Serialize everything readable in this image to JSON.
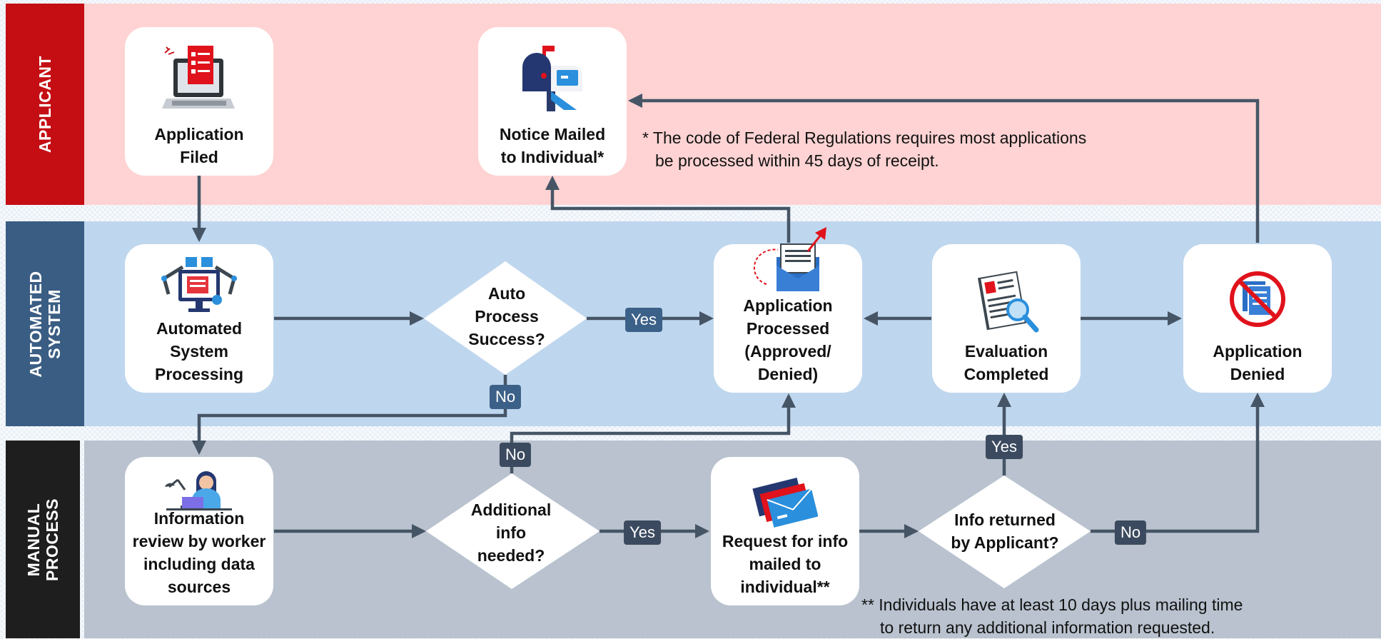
{
  "lanes": {
    "applicant": "APPLICANT",
    "automated": "AUTOMATED\nSYSTEM",
    "manual": "MANUAL\nPROCESS"
  },
  "nodes": {
    "application_filed": "Application\nFiled",
    "notice_mailed": "Notice Mailed\nto Individual*",
    "automated_processing": "Automated\nSystem\nProcessing",
    "application_processed": "Application\nProcessed\n(Approved/\nDenied)",
    "evaluation_completed": "Evaluation\nCompleted",
    "application_denied": "Application\nDenied",
    "information_review": "Information\nreview by worker\nincluding data\nsources",
    "request_for_info": "Request for info\nmailed to\nindividual**"
  },
  "decisions": {
    "auto_process_success": "Auto\nProcess\nSuccess?",
    "additional_info_needed": "Additional\ninfo\nneeded?",
    "info_returned": "Info returned\nby Applicant?"
  },
  "badges": {
    "auto_yes": "Yes",
    "auto_no": "No",
    "additional_no": "No",
    "additional_yes": "Yes",
    "returned_yes": "Yes",
    "returned_no": "No"
  },
  "notes": {
    "federal_line1": "* The code of Federal Regulations requires most applications",
    "federal_line2": "be processed within 45 days of receipt.",
    "individuals_line1": "** Individuals have at least 10 days plus mailing time",
    "individuals_line2": "to return any additional information requested."
  },
  "icons": {
    "application_filed": "laptop-checklist-icon",
    "notice_mailed": "mailbox-icon",
    "automated_processing": "robotic-arms-computer-icon",
    "application_processed": "sent-envelope-icon",
    "evaluation_completed": "resume-magnifier-icon",
    "application_denied": "no-documents-icon",
    "information_review": "worker-at-laptop-icon",
    "request_for_info": "stacked-envelopes-icon"
  },
  "colors": {
    "applicant_lane": "#ffd3d3",
    "applicant_tab": "#c40e14",
    "automated_lane": "#bfd7ee",
    "automated_tab": "#3a5d83",
    "manual_lane": "#b9c2ce",
    "manual_tab": "#1e1e1e",
    "connector": "#465566",
    "badge": "#3c6188"
  }
}
